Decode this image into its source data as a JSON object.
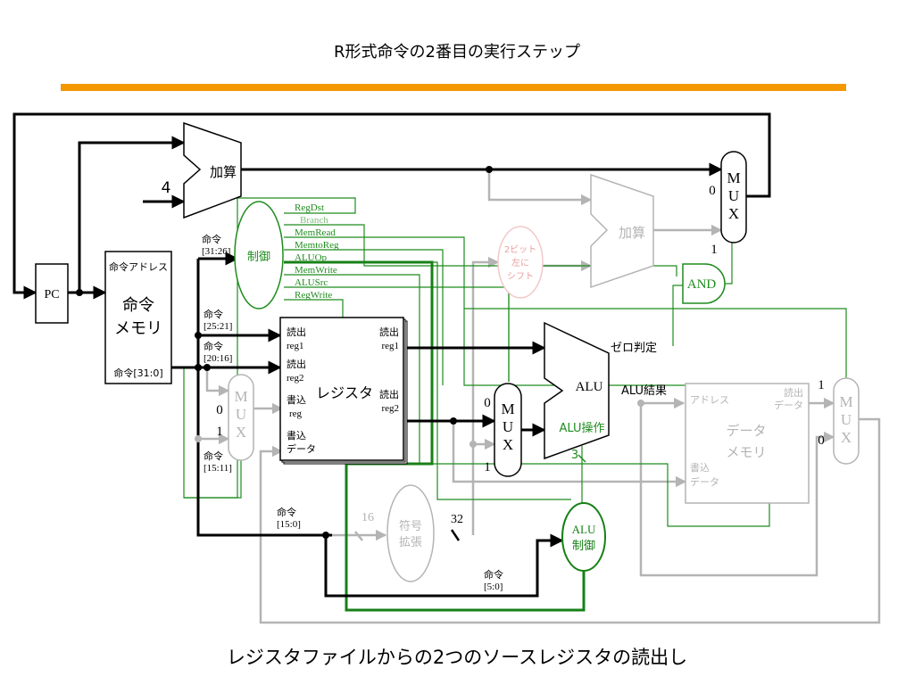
{
  "page": {
    "title": "R形式命令の2番目の実行ステップ",
    "caption": "レジスタファイルからの2つのソースレジスタの読出し"
  },
  "colors": {
    "accent_bar": "#f39800",
    "active": "#000000",
    "control": "#1e8c1e",
    "control_bold": "#178017",
    "inactive": "#b4b4b4",
    "inactive_pink": "#f3c8c8"
  },
  "blocks": {
    "pc": "PC",
    "adder_top": "加算",
    "adder_const": "4",
    "adder_branch": "加算",
    "imem_addr": "命令アドレス",
    "imem_title_1": "命令",
    "imem_title_2": "メモリ",
    "imem_out": "命令[31:0]",
    "control_unit": "制御",
    "regfile_title": "レジスタ",
    "rf_read1_a": "読出",
    "rf_read1_b": "reg1",
    "rf_read2_a": "読出",
    "rf_read2_b": "reg2",
    "rf_write_a": "書込",
    "rf_write_b": "reg",
    "rf_wdata_a": "書込",
    "rf_wdata_b": "データ",
    "rf_out1_a": "読出",
    "rf_out1_b": "reg1",
    "rf_out2_a": "読出",
    "rf_out2_b": "reg2",
    "shift_1": "2ビット",
    "shift_2": "左に",
    "shift_3": "シフト",
    "and_gate": "AND",
    "alu": "ALU",
    "alu_op": "ALU操作",
    "alu_op_width": "3",
    "zero": "ゼロ判定",
    "alu_result": "ALU結果",
    "dmem_addr": "アドレス",
    "dmem_read_a": "読出",
    "dmem_read_b": "データ",
    "dmem_title_1": "データ",
    "dmem_title_2": "メモリ",
    "dmem_wdata_a": "書込",
    "dmem_wdata_b": "データ",
    "sign_ext_1": "符号",
    "sign_ext_2": "拡張",
    "se_in_width": "16",
    "se_out_width": "32",
    "alu_ctrl_1": "ALU",
    "alu_ctrl_2": "制御"
  },
  "mux": {
    "letters": [
      "M",
      "U",
      "X"
    ],
    "top_sel0": "0",
    "top_sel1": "1",
    "reg_sel0": "0",
    "reg_sel1": "1",
    "alu_sel0": "0",
    "alu_sel1": "1",
    "mem_sel1": "1",
    "mem_sel0": "0"
  },
  "control_signals": [
    "RegDst",
    "Branch",
    "MemRead",
    "MemtoReg",
    "ALUOp",
    "MemWrite",
    "ALUSrc",
    "RegWrite"
  ],
  "fields": {
    "f31_26_a": "命令",
    "f31_26_b": "[31:26]",
    "f25_21_a": "命令",
    "f25_21_b": "[25:21]",
    "f20_16_a": "命令",
    "f20_16_b": "[20:16]",
    "f15_11_a": "命令",
    "f15_11_b": "[15:11]",
    "f15_0_a": "命令",
    "f15_0_b": "[15:0]",
    "f5_0_a": "命令",
    "f5_0_b": "[5:0]"
  }
}
